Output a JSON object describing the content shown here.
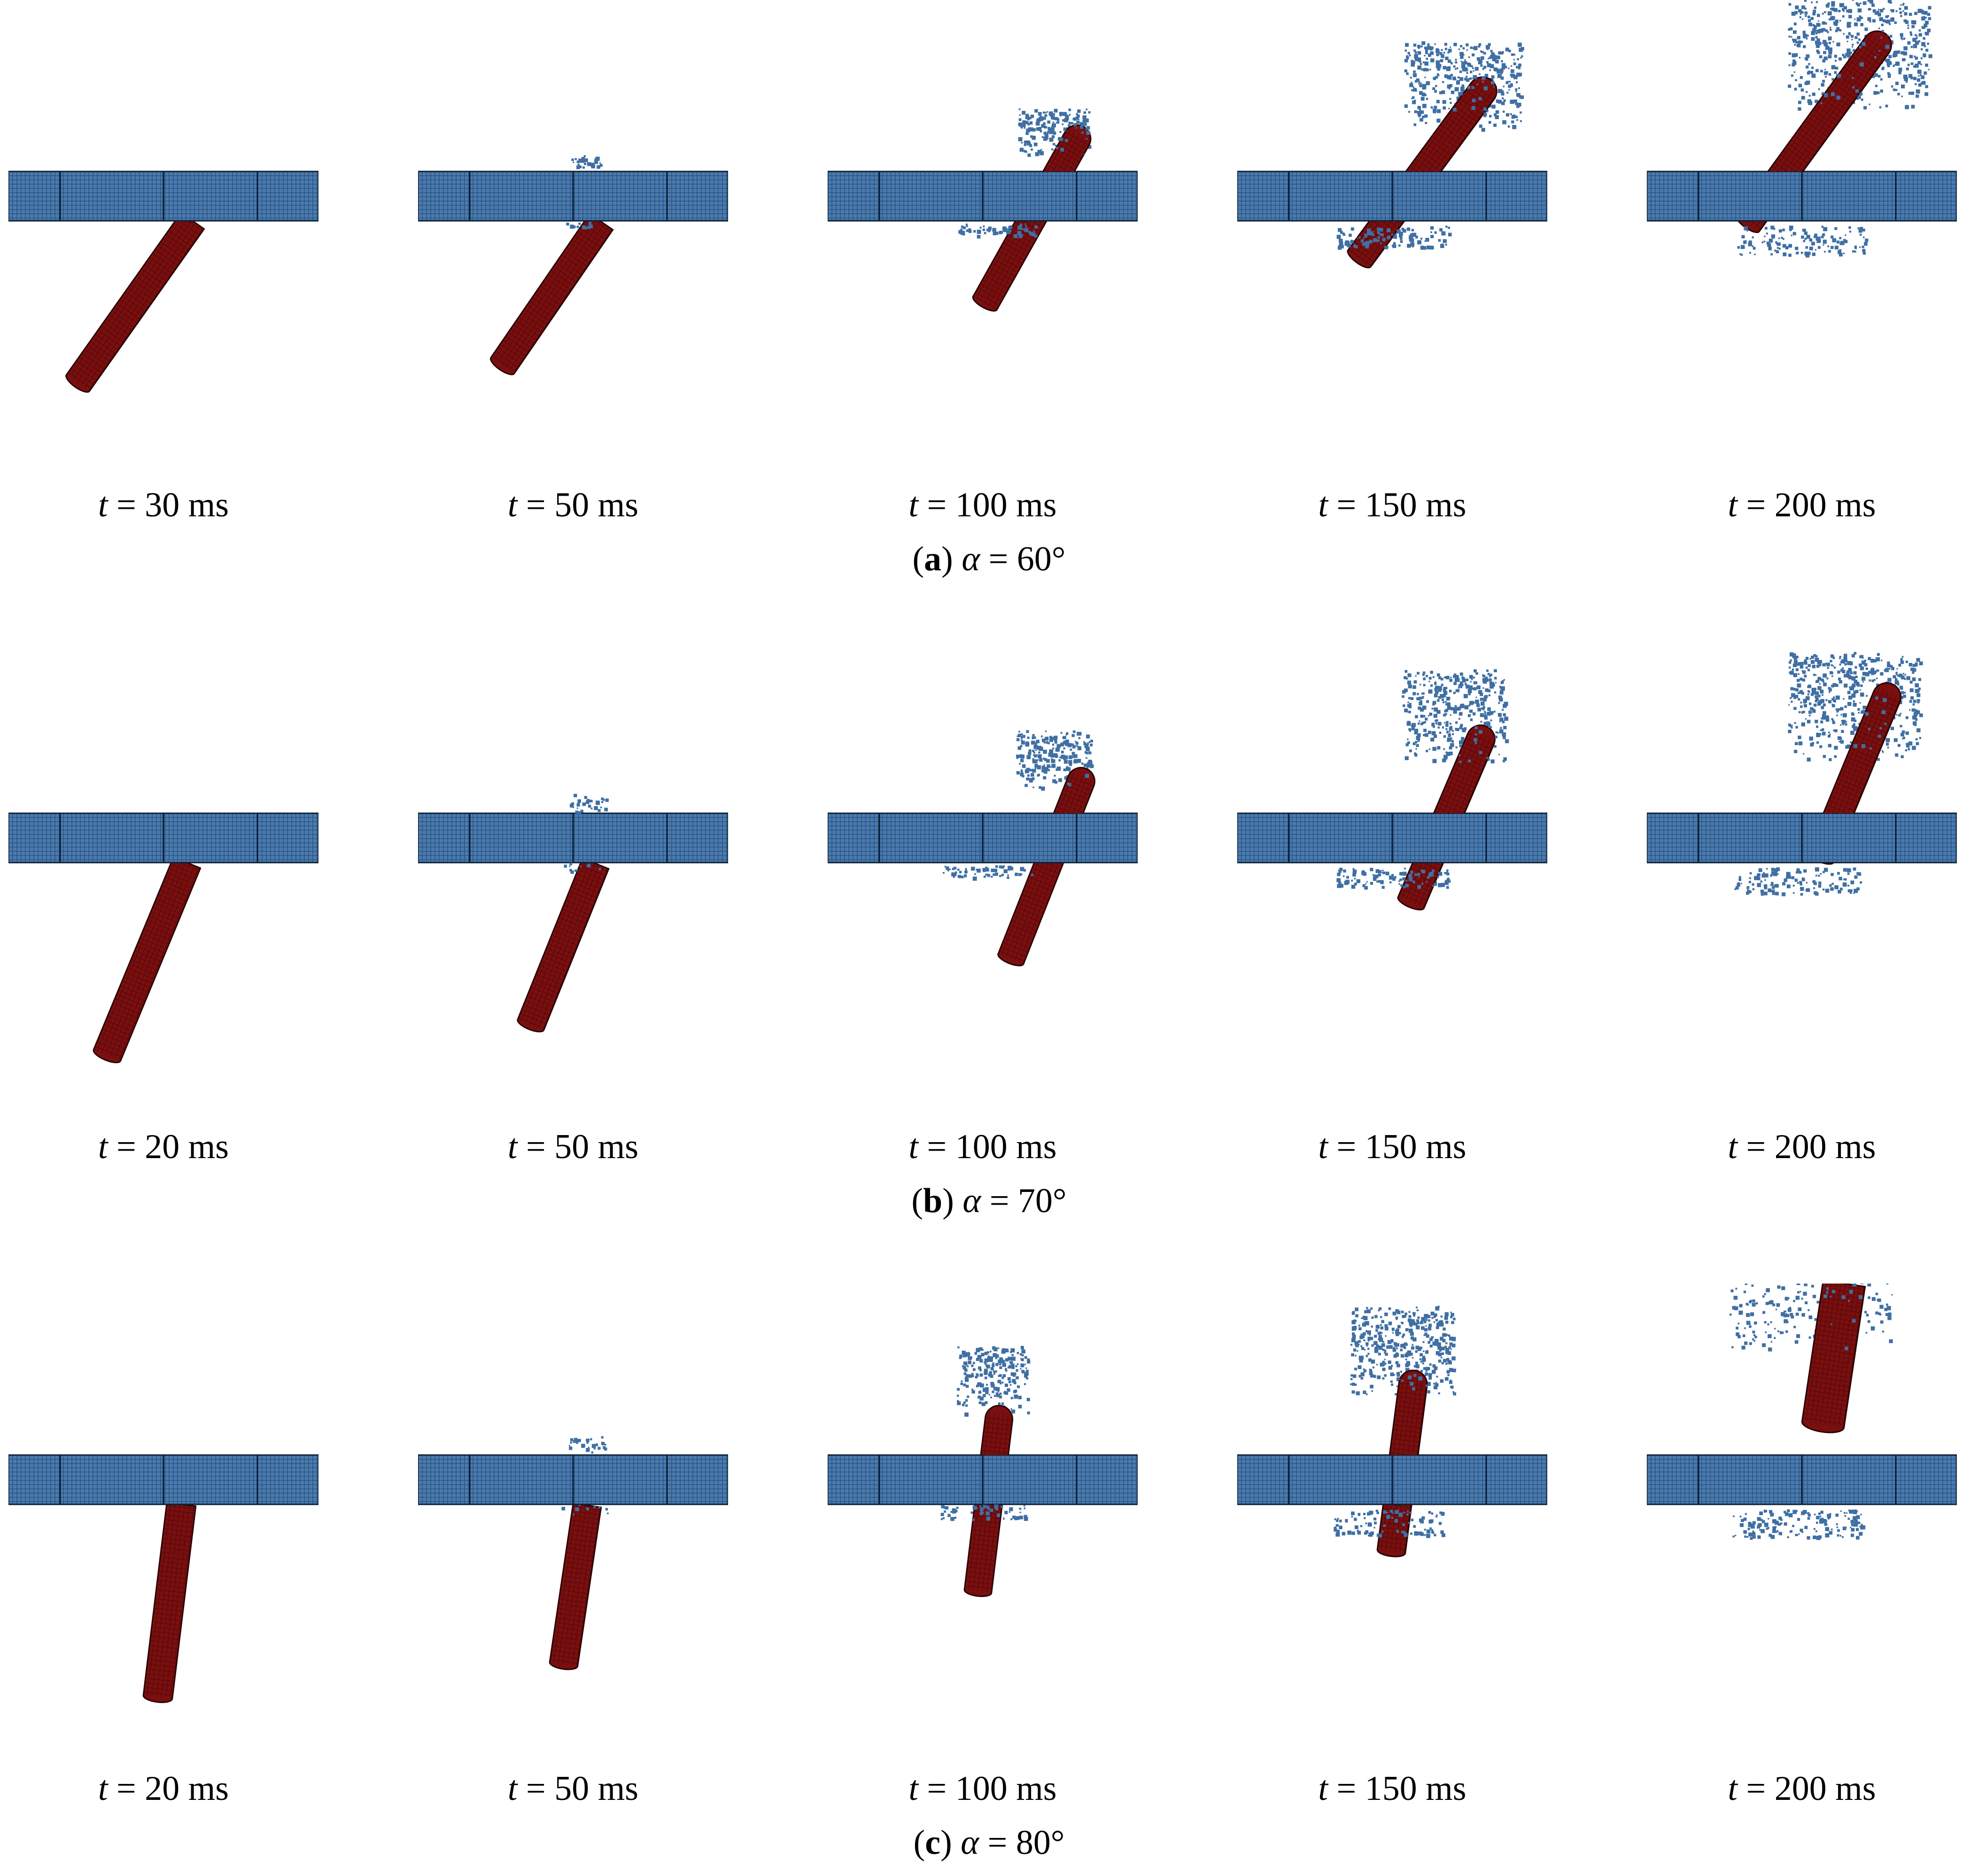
{
  "figure": {
    "time_symbol": "t",
    "equals": "=",
    "time_unit": "ms",
    "angle_symbol": "α",
    "angle_unit": "°",
    "colors": {
      "plate": "#4a7bb0",
      "plate_grid": "#0e2a48",
      "rod": "#7a0f0f",
      "rod_grid": "#3a0505",
      "debris": "#3f6fa3"
    },
    "panels": [
      {
        "letter": "a",
        "alpha": "60",
        "frames": [
          {
            "time": "30"
          },
          {
            "time": "50"
          },
          {
            "time": "100"
          },
          {
            "time": "150"
          },
          {
            "time": "200"
          }
        ]
      },
      {
        "letter": "b",
        "alpha": "70",
        "frames": [
          {
            "time": "20"
          },
          {
            "time": "50"
          },
          {
            "time": "100"
          },
          {
            "time": "150"
          },
          {
            "time": "200"
          }
        ]
      },
      {
        "letter": "c",
        "alpha": "80",
        "frames": [
          {
            "time": "20"
          },
          {
            "time": "50"
          },
          {
            "time": "100"
          },
          {
            "time": "150"
          },
          {
            "time": "200"
          }
        ]
      }
    ]
  }
}
